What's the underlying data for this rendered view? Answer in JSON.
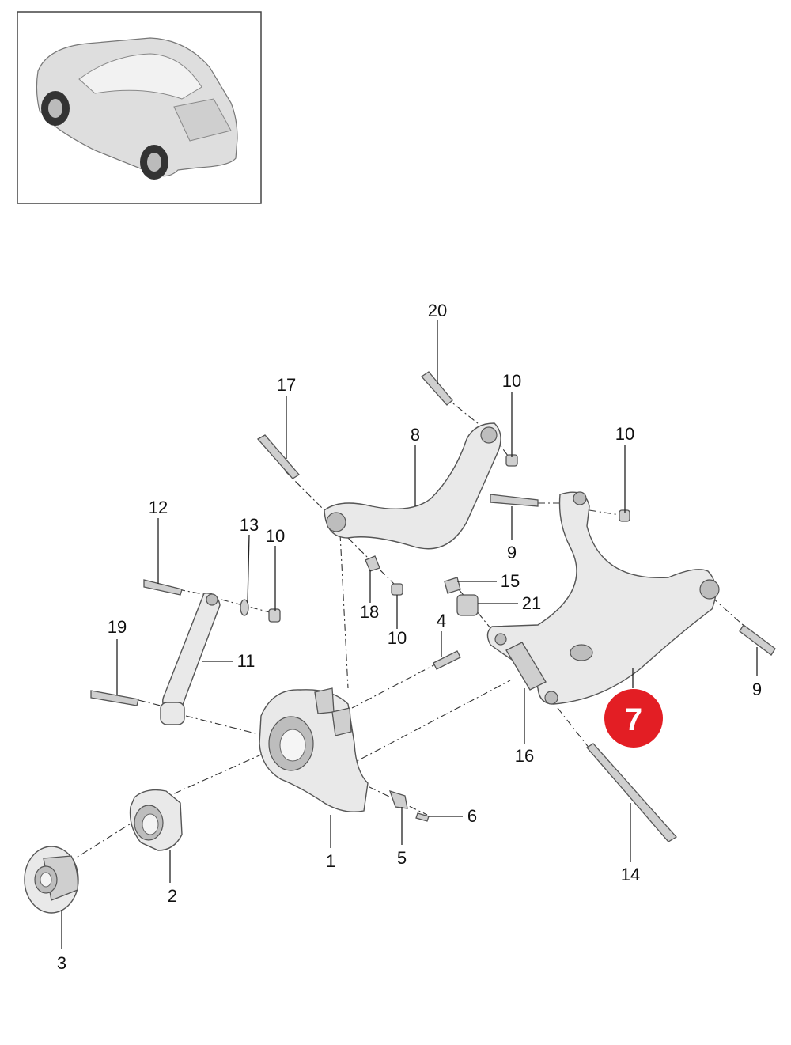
{
  "colors": {
    "badge": "#e31e24",
    "line": "#222222",
    "part_fill": "#e9e9e9",
    "frame": "#444444"
  },
  "thumbnail": {
    "icon": "vehicle-overview-icon"
  },
  "badge": {
    "label": "7"
  },
  "callouts": [
    {
      "id": "c20",
      "label": "20"
    },
    {
      "id": "c17",
      "label": "17"
    },
    {
      "id": "c10a",
      "label": "10"
    },
    {
      "id": "c8",
      "label": "8"
    },
    {
      "id": "c10b",
      "label": "10"
    },
    {
      "id": "c12",
      "label": "12"
    },
    {
      "id": "c13",
      "label": "13"
    },
    {
      "id": "c10c",
      "label": "10"
    },
    {
      "id": "c9a",
      "label": "9"
    },
    {
      "id": "c15",
      "label": "15"
    },
    {
      "id": "c21",
      "label": "21"
    },
    {
      "id": "c18",
      "label": "18"
    },
    {
      "id": "c10d",
      "label": "10"
    },
    {
      "id": "c19",
      "label": "19"
    },
    {
      "id": "c11",
      "label": "11"
    },
    {
      "id": "c4",
      "label": "4"
    },
    {
      "id": "c9b",
      "label": "9"
    },
    {
      "id": "c16",
      "label": "16"
    },
    {
      "id": "c6",
      "label": "6"
    },
    {
      "id": "c1",
      "label": "1"
    },
    {
      "id": "c5",
      "label": "5"
    },
    {
      "id": "c2",
      "label": "2"
    },
    {
      "id": "c14",
      "label": "14"
    },
    {
      "id": "c3",
      "label": "3"
    }
  ]
}
